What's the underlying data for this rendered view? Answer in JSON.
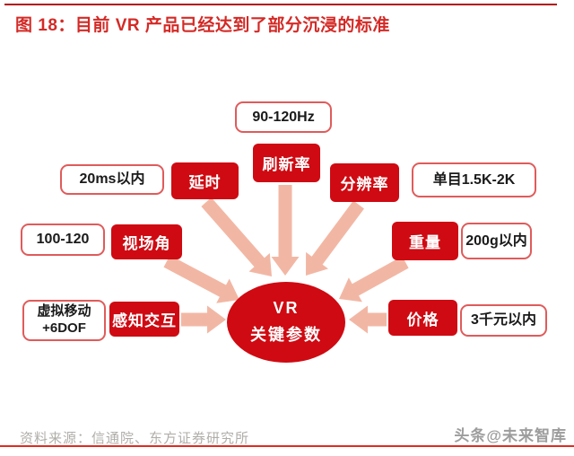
{
  "header": {
    "title": "图 18：目前 VR 产品已经达到了部分沉浸的标准"
  },
  "diagram": {
    "center": {
      "line1": "VR",
      "line2": "关键参数"
    },
    "nodes": [
      {
        "id": "latency",
        "label": "延时",
        "value": "20ms以内"
      },
      {
        "id": "refresh",
        "label": "刷新率",
        "value": "90-120Hz"
      },
      {
        "id": "resolution",
        "label": "分辨率",
        "value": "单目1.5K-2K"
      },
      {
        "id": "fov",
        "label": "视场角",
        "value": "100-120"
      },
      {
        "id": "weight",
        "label": "重量",
        "value": "200g以内"
      },
      {
        "id": "interaction",
        "label": "感知交互",
        "value": "虚拟移动\n+6DOF"
      },
      {
        "id": "price",
        "label": "价格",
        "value": "3千元以内"
      }
    ]
  },
  "footer": {
    "source": "资料来源：信通院、东方证券研究所",
    "watermark": "头条@未来智库"
  },
  "colors": {
    "box_red": "#cf0a12",
    "value_border_red": "#e05b5b",
    "arrow_salmon": "#f2b7a4",
    "title_red": "#d42a26",
    "top_line_red": "#b01212",
    "bottom_line_red": "#dd2d22",
    "source_gray": "#b0aeaa",
    "watermark_gray": "#9d9d9d"
  }
}
